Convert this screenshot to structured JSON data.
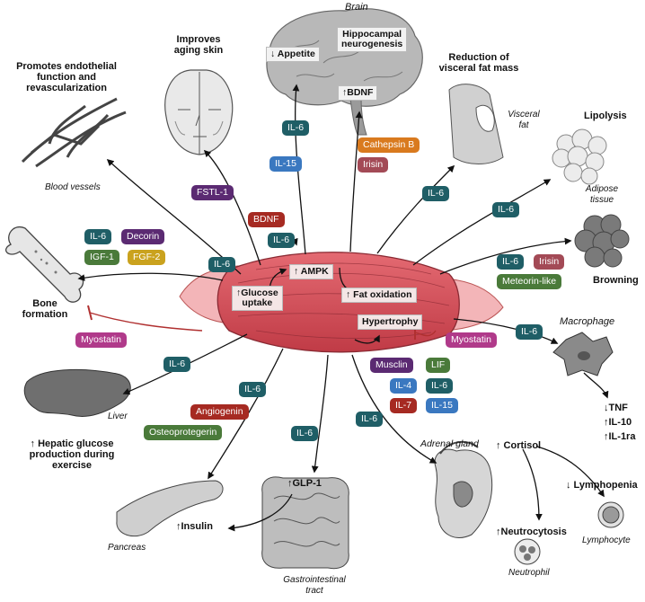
{
  "colors": {
    "teal": "#1f5e66",
    "purple": "#5b2a72",
    "magenta": "#b03a8a",
    "red": "#a62a22",
    "green": "#4a7a3a",
    "olive": "#7f8a23",
    "orange": "#d97a1e",
    "blue": "#3a78c0",
    "plum": "#a34a7a",
    "gold": "#caa21e",
    "muscle": "#d94a55"
  },
  "labels": {
    "brain": "Brain",
    "appetite": "↓ Appetite",
    "hippo_line1": "Hippocampal",
    "hippo_line2": "neurogenesis",
    "bdnf_brain": "↑BDNF",
    "skin_line1": "Improves",
    "skin_line2": "aging skin",
    "visceral_line1": "Reduction of",
    "visceral_line2": "visceral fat mass",
    "visceral_fat_line1": "Visceral",
    "visceral_fat_line2": "fat",
    "endo_line1": "Promotes endothelial",
    "endo_line2": "function and",
    "endo_line3": "revascularization",
    "blood_vessels": "Blood vessels",
    "lipolysis": "Lipolysis",
    "adipose_line1": "Adipose",
    "adipose_line2": "tissue",
    "browning": "Browning",
    "bone_line1": "Bone",
    "bone_line2": "formation",
    "glucose_line1": "↑Glucose",
    "glucose_line2": "uptake",
    "ampk": "↑ AMPK",
    "fat_oxidation": "↑ Fat oxidation",
    "hypertrophy": "Hypertrophy",
    "macrophage": "Macrophage",
    "tnf": "↓TNF",
    "il10": "↑IL-10",
    "il1ra": "↑IL-1ra",
    "liver": "Liver",
    "hepatic_line1": "↑ Hepatic glucose",
    "hepatic_line2": "production during",
    "hepatic_line3": "exercise",
    "adrenal": "Adrenal gland",
    "cortisol": "↑ Cortisol",
    "lymphopenia": "↓ Lymphopenia",
    "lymphocyte": "Lymphocyte",
    "neutrocytosis": "↑Neutrocytosis",
    "neutrophil": "Neutrophil",
    "glp1": "↑GLP-1",
    "insulin": "↑Insulin",
    "pancreas": "Pancreas",
    "gi_line1": "Gastrointestinal",
    "gi_line2": "tract"
  },
  "pills": {
    "il6_brain": "IL-6",
    "il15_brain": "IL-15",
    "cathepsin_b": "Cathepsin B",
    "irisin_brain": "Irisin",
    "fstl1": "FSTL-1",
    "bdnf_muscle": "BDNF",
    "il6_ampk": "IL-6",
    "il6_visceral": "IL-6",
    "il6_lipolysis": "IL-6",
    "il6_left": "IL-6",
    "decorin": "Decorin",
    "igf1": "IGF-1",
    "fgf2": "FGF-2",
    "il6_glucose": "IL-6",
    "il6_browning": "IL-6",
    "irisin_browning": "Irisin",
    "meteorin": "Meteorin-like",
    "myostatin_left": "Myostatin",
    "myostatin_right": "Myostatin",
    "il6_macrophage": "IL-6",
    "musclin": "Musclin",
    "lif": "LIF",
    "il4": "IL-4",
    "il6_hyp": "IL-6",
    "il7": "IL-7",
    "il15_hyp": "IL-15",
    "il6_liver": "IL-6",
    "il6_pancreas": "IL-6",
    "angiogenin": "Angiogenin",
    "osteoprotegerin": "Osteoprotegerin",
    "il6_gi": "IL-6",
    "il6_adrenal": "IL-6"
  }
}
